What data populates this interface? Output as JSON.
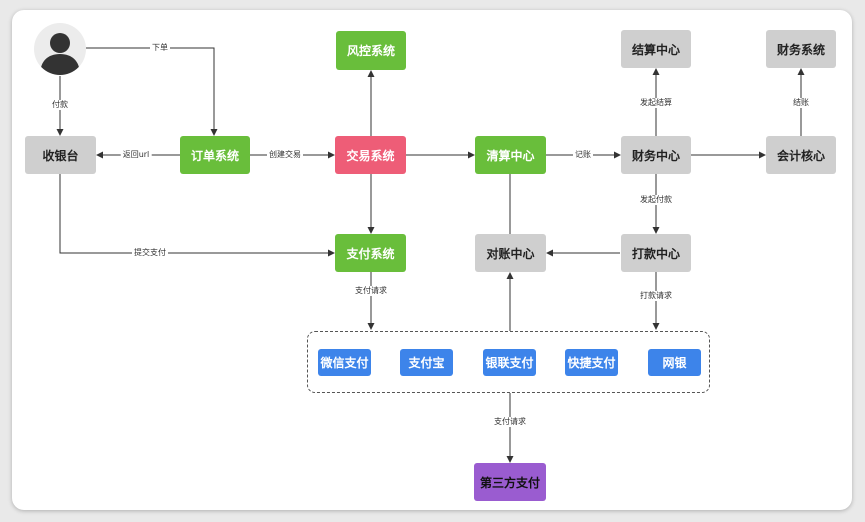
{
  "nodes": {
    "user_icon": "user-avatar-icon",
    "cashier": "收银台",
    "order_system": "订单系统",
    "risk_system": "风控系统",
    "trade_system": "交易系统",
    "clearing_center": "清算中心",
    "finance_center": "财务中心",
    "settlement_center": "结算中心",
    "finance_system": "财务系统",
    "accounting_core": "会计核心",
    "payment_system": "支付系统",
    "reconciliation_center": "对账中心",
    "payout_center": "打款中心",
    "wechat_pay": "微信支付",
    "alipay": "支付宝",
    "unionpay": "银联支付",
    "quick_pay": "快捷支付",
    "online_banking": "网银",
    "third_party_pay": "第三方支付"
  },
  "edge_labels": {
    "place_order": "下单",
    "pay": "付款",
    "return_url": "返回url",
    "create_trade": "创建交易",
    "bookkeeping": "记账",
    "initiate_settlement": "发起结算",
    "settle_account": "结账",
    "initiate_payout": "发起付款",
    "submit_payment": "提交支付",
    "payment_request_1": "支付请求",
    "payout_request": "打款请求",
    "payment_request_2": "支付请求"
  },
  "colors": {
    "gray": "#cfcfcf",
    "green": "#69be3b",
    "pink": "#ee5d77",
    "blue": "#3d84ea",
    "purple": "#9a5cd0"
  }
}
